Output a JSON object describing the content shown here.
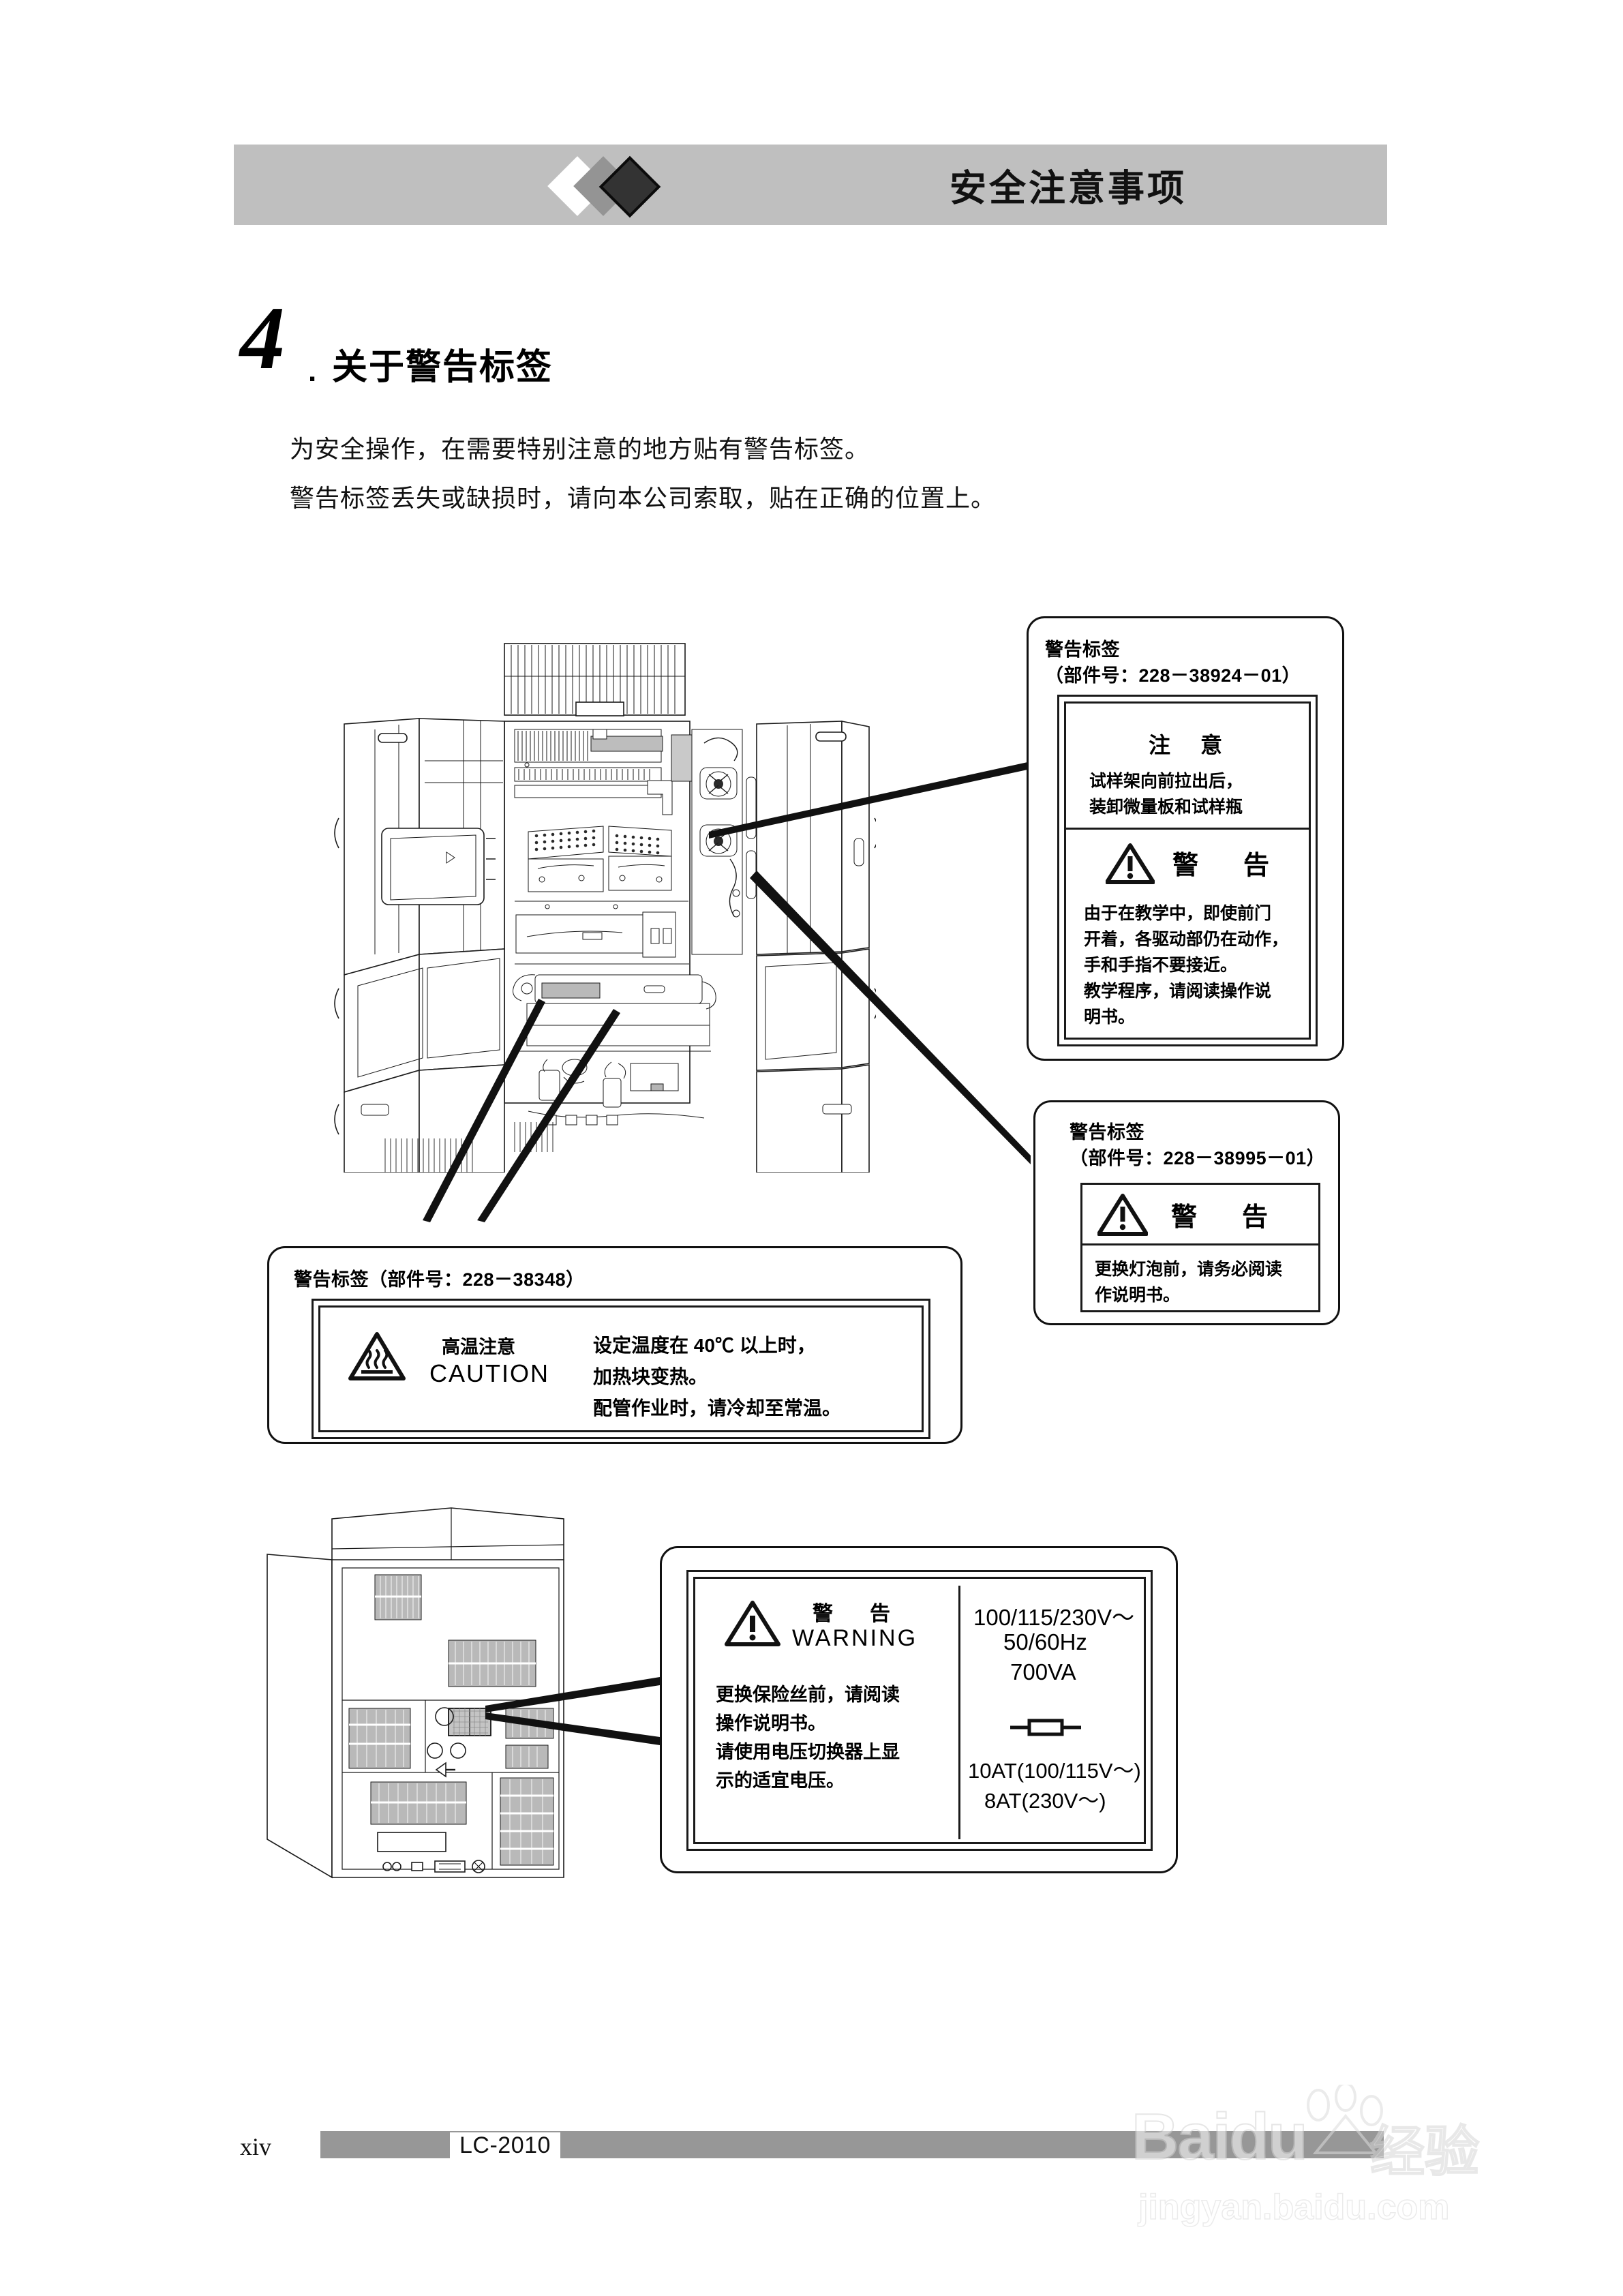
{
  "header": {
    "title": "安全注意事项",
    "diamond_colors": [
      "#ffffff",
      "#949494",
      "#333333"
    ],
    "bar_color": "#bfbfbf"
  },
  "section": {
    "number": "4",
    "number_dot": ".",
    "title": "关于警告标签",
    "body_lines": [
      "为安全操作，在需要特别注意的地方贴有警告标签。",
      "警告标签丢失或缺损时，请向本公司索取，贴在正确的位置上。"
    ]
  },
  "labels": {
    "label_a": {
      "caption_line1": "警告标签",
      "caption_line2": "（部件号：228－38924－01）",
      "notice_heading": "注　意",
      "notice_lines": [
        "试样架向前拉出后，",
        "装卸微量板和试样瓶"
      ],
      "warning_icon": "warning-triangle-icon",
      "warning_heading": "警　告",
      "warning_lines": [
        "由于在教学中，即使前门",
        "开着，各驱动部仍在动作，",
        "手和手指不要接近。",
        "教学程序，请阅读操作说",
        "明书。"
      ]
    },
    "label_b": {
      "caption_line1": "警告标签",
      "caption_line2": "（部件号：228－38995－01）",
      "warning_icon": "warning-triangle-icon",
      "warning_heading": "警　告",
      "warning_lines": [
        "更换灯泡前，请务必阅读",
        "作说明书。"
      ]
    },
    "label_c": {
      "caption": "警告标签（部件号：228－38348）",
      "hot_icon": "hot-surface-icon",
      "hot_title_cn": "高温注意",
      "hot_title_en": "CAUTION",
      "lines": [
        "设定温度在 40℃ 以上时，",
        "加热块变热。",
        "配管作业时，请冷却至常温。"
      ]
    },
    "label_d": {
      "warning_icon": "warning-triangle-icon",
      "warning_heading_cn": "警　告",
      "warning_heading_en": "WARNING",
      "lines": [
        "更换保险丝前，请阅读",
        "操作说明书。",
        "请使用电压切换器上显",
        "示的适宜电压。"
      ],
      "rating_lines": [
        "100/115/230V〜",
        "50/60Hz",
        "700VA"
      ],
      "fuse_icon": "fuse-icon",
      "fuse_lines": [
        "10AT(100/115V〜)",
        "8AT(230V〜)"
      ]
    }
  },
  "footer": {
    "page_number": "xiv",
    "model_code": "LC-2010",
    "bar_color": "#979797"
  },
  "watermark": {
    "brand": "Baidu",
    "brand_cn": "经验",
    "url": "jingyan.baidu.com",
    "icon": "paw-icon"
  }
}
